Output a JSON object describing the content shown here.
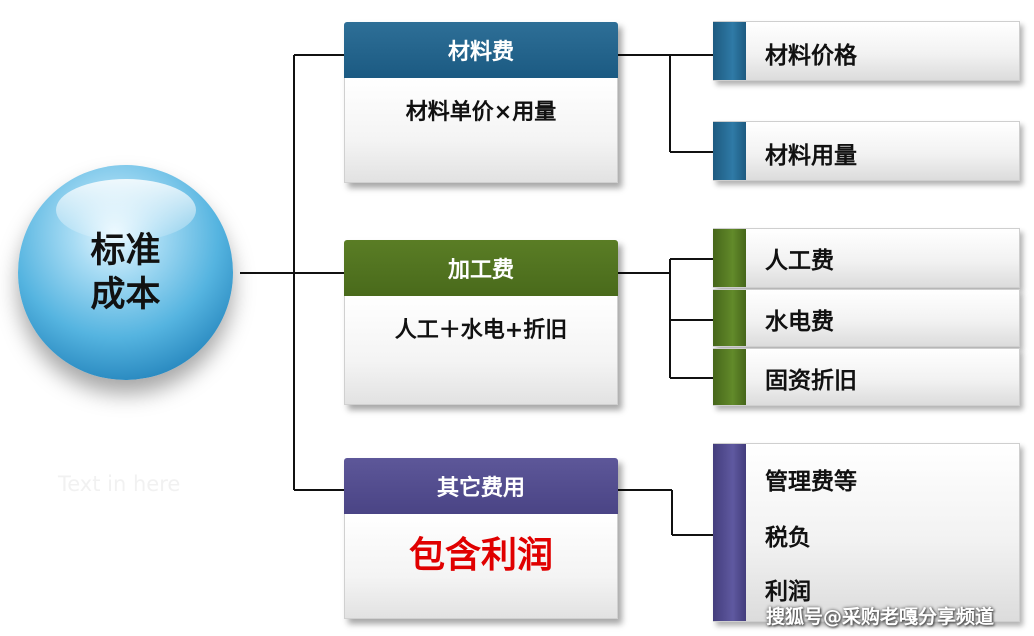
{
  "root": {
    "line1": "标准",
    "line2": "成本"
  },
  "placeholder_text": "Text in here",
  "categories": [
    {
      "title": "材料费",
      "body": "材料单价×用量",
      "color": "#1b5a82",
      "items": [
        "材料价格",
        "材料用量"
      ]
    },
    {
      "title": "加工费",
      "body": "人工＋水电+折旧",
      "color": "#496a1b",
      "items": [
        "人工费",
        "水电费",
        "固资折旧"
      ]
    },
    {
      "title": "其它费用",
      "body": "包含利润",
      "body_color": "#e00000",
      "color": "#4a4485",
      "items": [
        "管理费等",
        "税负",
        "利润"
      ]
    }
  ],
  "watermark": "搜狐号@采购老嘎分享频道"
}
